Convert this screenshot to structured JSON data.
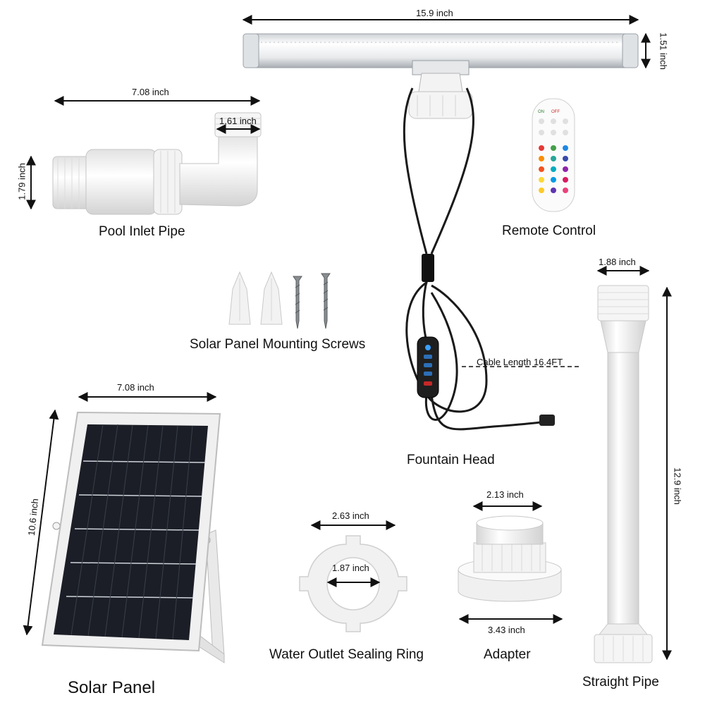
{
  "parts": {
    "fountain_head": {
      "caption": "Fountain Head",
      "width": "15.9 inch",
      "height": "1.51 inch",
      "cable": "Cable Length 16.4FT"
    },
    "pool_inlet_pipe": {
      "caption": "Pool Inlet Pipe",
      "length": "7.08 inch",
      "outlet": "1.61 inch",
      "height": "1.79 inch"
    },
    "remote_control": {
      "caption": "Remote Control",
      "on": "ON",
      "off": "OFF"
    },
    "mounting_screws": {
      "caption": "Solar Panel Mounting Screws"
    },
    "straight_pipe": {
      "caption": "Straight Pipe",
      "diameter": "1.88 inch",
      "length": "12.9 inch"
    },
    "solar_panel": {
      "caption": "Solar Panel",
      "width": "7.08 inch",
      "height": "10.6 inch"
    },
    "sealing_ring": {
      "caption": "Water Outlet Sealing Ring",
      "outer": "2.63 inch",
      "inner": "1.87 inch"
    },
    "adapter": {
      "caption": "Adapter",
      "top": "2.13 inch",
      "bottom": "3.43 inch"
    }
  },
  "colors": {
    "ink": "#111111",
    "plastic": "#f1f1f1",
    "plastic_edge": "#c9c9c9",
    "panel_cell": "#1b1e26",
    "cable": "#1a1a1a"
  }
}
